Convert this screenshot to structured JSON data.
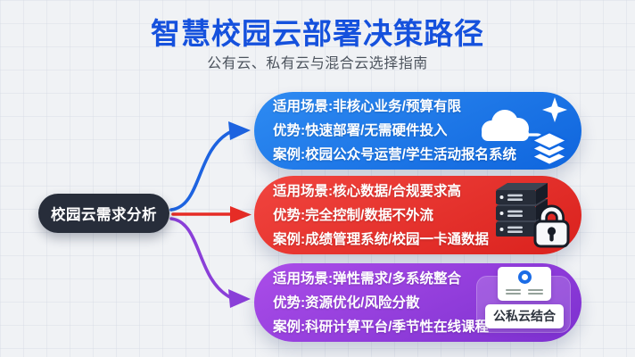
{
  "header": {
    "title": "智慧校园云部署决策路径",
    "subtitle": "公有云、私有云与混合云选择指南",
    "title_color": "#1551dd",
    "subtitle_color": "#4d545e"
  },
  "root": {
    "label": "校园云需求分析",
    "bg": "#272d3a"
  },
  "branches": [
    {
      "name": "public-cloud",
      "arrow_color": "#1d63e0",
      "color_light": "#2e8bf2",
      "color_dark": "#0f65dd",
      "icon": "cloud-plus-stack-icon",
      "lines": [
        "适用场景:非核心业务/预算有限",
        "优势:快速部署/无需硬件投入",
        "案例:校园公众号运营/学生活动报名系统"
      ]
    },
    {
      "name": "private-cloud",
      "arrow_color": "#e62c26",
      "color_light": "#f1453f",
      "color_dark": "#da211d",
      "icon": "server-lock-icon",
      "lines": [
        "适用场景:核心数据/合规要求高",
        "优势:完全控制/数据不外流",
        "案例:成绩管理系统/校园一卡通数据"
      ]
    },
    {
      "name": "hybrid-cloud",
      "arrow_color": "#8a3fd8",
      "color_light": "#ab4de9",
      "color_dark": "#7c30cf",
      "icon": "hybrid-cloud-card-icon",
      "badge": "公私云结合",
      "lines": [
        "适用场景:弹性需求/多系统整合",
        "优势:资源优化/风险分散",
        "案例:科研计算平台/季节性在线课程"
      ]
    }
  ]
}
